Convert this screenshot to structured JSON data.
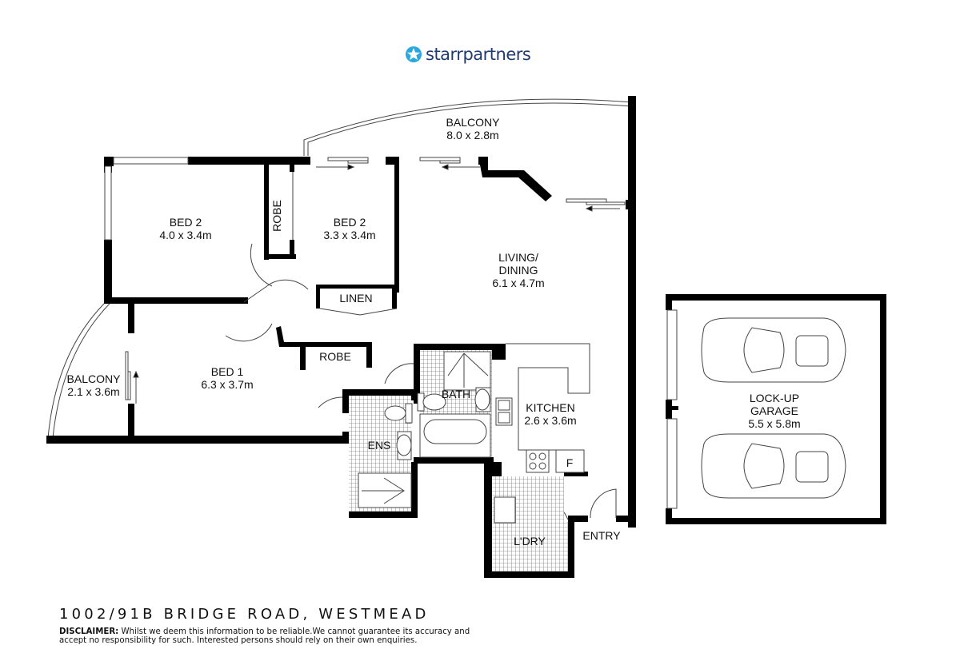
{
  "brand": {
    "name_part1": "starr",
    "name_part2": "partners",
    "logo_icon": "star-icon",
    "colors": {
      "icon": "#2aa8de",
      "text": "#1f3b73"
    }
  },
  "rooms": {
    "balcony_main": {
      "name": "BALCONY",
      "size": "8.0 x 2.8m"
    },
    "bed2_west": {
      "name": "BED 2",
      "size": "4.0 x 3.4m"
    },
    "robe_bed2": {
      "name": "ROBE"
    },
    "bed2_east": {
      "name": "BED 2",
      "size": "3.3 x 3.4m"
    },
    "linen": {
      "name": "LINEN"
    },
    "living_dining": {
      "name_line1": "LIVING/",
      "name_line2": "DINING",
      "size": "6.1 x 4.7m"
    },
    "balcony_side": {
      "name": "BALCONY",
      "size": "2.1 x 3.6m"
    },
    "bed1": {
      "name": "BED 1",
      "size": "6.3 x 3.7m"
    },
    "robe_bed1": {
      "name": "ROBE"
    },
    "bath": {
      "name": "BATH"
    },
    "ensuite": {
      "name": "ENS"
    },
    "kitchen": {
      "name": "KITCHEN",
      "size": "2.6 x 3.6m"
    },
    "fridge": {
      "name": "F"
    },
    "laundry": {
      "name": "L'DRY"
    },
    "entry": {
      "name": "ENTRY"
    },
    "garage": {
      "name_line1": "LOCK-UP",
      "name_line2": "GARAGE",
      "size": "5.5 x 5.8m"
    }
  },
  "footer": {
    "address": "1002/91B BRIDGE ROAD, WESTMEAD",
    "disclaimer_label": "DISCLAIMER:",
    "disclaimer_text": " Whilst we deem this information to be reliable.We cannot guarantee its accuracy and accept no responsibility for such. Interested persons should rely on their own enquiries."
  }
}
